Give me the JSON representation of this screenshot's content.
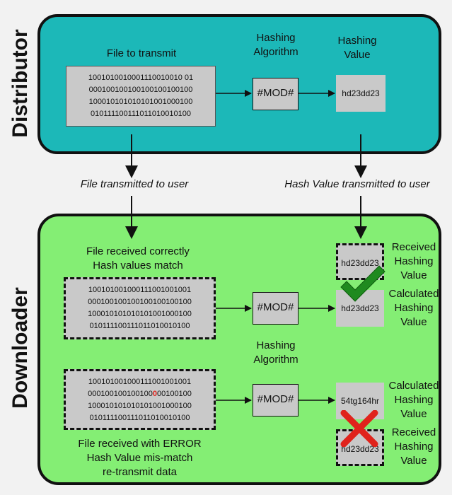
{
  "distributor": {
    "label": "Distributor",
    "file_title": "File to transmit",
    "file_lines": [
      "1001010010001110010010 01",
      "000100100100100100100100",
      "100010101010101001000100",
      "010111100111011010010100"
    ],
    "algo_title_1": "Hashing",
    "algo_title_2": "Algorithm",
    "mod_label": "#MOD#",
    "value_title_1": "Hashing",
    "value_title_2": "Value",
    "hash_value": "hd23dd23"
  },
  "transit": {
    "file_label": "File transmitted to user",
    "hash_label": "Hash Value transmitted to user"
  },
  "downloader": {
    "label": "Downloader",
    "ok_title_1": "File received correctly",
    "ok_title_2": "Hash values match",
    "ok_lines": [
      "100101001000111001001001",
      "000100100100100100100100",
      "100010101010101001000100",
      "010111100111011010010100"
    ],
    "mod_label": "#MOD#",
    "algo_title_1": "Hashing",
    "algo_title_2": "Algorithm",
    "received_hash": "hd23dd23",
    "calculated_hash": "hd23dd23",
    "received_label_1": "Received",
    "received_label_2": "Hashing",
    "received_label_3": "Value",
    "calculated_label_1": "Calculated",
    "calculated_label_2": "Hashing",
    "calculated_label_3": "Value",
    "err_lines_1": "100101001000111001001001",
    "err_line2_before": "000100100100100",
    "err_line2_bit": "0",
    "err_line2_after": "00100100",
    "err_lines_3": "100010101010101001000100",
    "err_lines_4": "010111100111011010010100",
    "err_calculated_hash": "54tg164hr",
    "err_received_hash": "hd23dd23",
    "err_title_1": "File received with ERROR",
    "err_title_2": "Hash Value mis-match",
    "err_title_3": "re-transmit data"
  },
  "colors": {
    "distributor_bg": "#1cb8b8",
    "downloader_bg": "#84ee74",
    "check": "#1f8a1f",
    "cross": "#e0231c"
  }
}
